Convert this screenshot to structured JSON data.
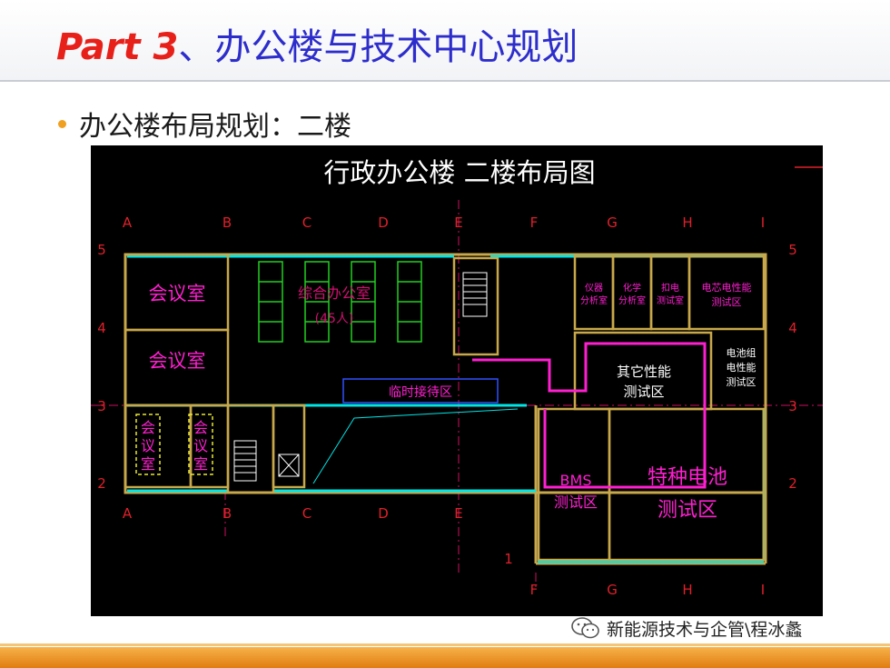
{
  "header": {
    "part_label": "Part 3",
    "separator": "、",
    "title_rest": "办公楼与技术中心规划"
  },
  "bullet": {
    "text": "办公楼布局规划：二楼"
  },
  "drawing": {
    "title": "行政办公楼  二楼布局图",
    "axis_top": [
      "A",
      "B",
      "C",
      "D",
      "E",
      "F",
      "G",
      "H",
      "I"
    ],
    "axis_bottom": [
      "A",
      "B",
      "C",
      "D",
      "E",
      "F",
      "G",
      "H",
      "I"
    ],
    "rows_left": [
      "5",
      "4",
      "3",
      "2"
    ],
    "rows_right": [
      "5",
      "4",
      "3",
      "2",
      "1"
    ],
    "rooms": {
      "meeting_1": "会议室",
      "meeting_2": "会议室",
      "small_meeting_a": [
        "会",
        "议",
        "室"
      ],
      "small_meeting_b": [
        "会",
        "议",
        "室"
      ],
      "open_office": "综合办公室",
      "open_office_sub": "(45人)",
      "reception": "临时接待区",
      "lab_1": [
        "仪器",
        "分析室"
      ],
      "lab_2": [
        "化学",
        "分析室"
      ],
      "lab_3": [
        "扣电",
        "测试室"
      ],
      "cell_test": [
        "电芯电性能",
        "测试区"
      ],
      "pack_test": [
        "电池组",
        "电性能",
        "测试区"
      ],
      "other_test": [
        "其它性能",
        "测试区"
      ],
      "bms_test": [
        "BMS",
        "测试区"
      ],
      "special_test": [
        "特种电池",
        "测试区"
      ]
    }
  },
  "watermark": {
    "text": "新能源技术与企管\\程冰蠡",
    "icon": "wechat-icon"
  },
  "colors": {
    "part": "#e8201a",
    "title": "#2d2dcc",
    "wall": "#c8a84a",
    "cyan": "#00e5e5",
    "magenta": "#ff1fd0",
    "axis_red": "#e0202a"
  }
}
